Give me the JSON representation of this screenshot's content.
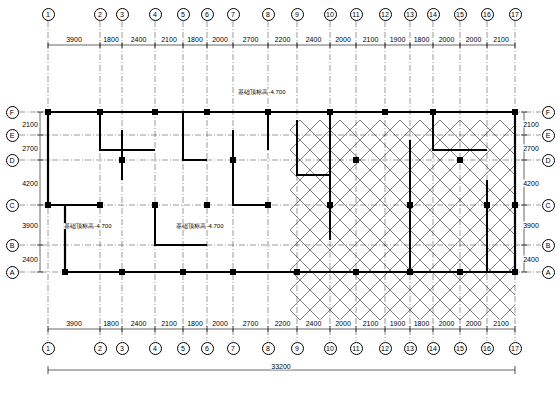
{
  "diagram": {
    "nodes": [
      {
        "text": [
          "1"
        ]
      },
      {
        "text": [
          "2"
        ]
      },
      {
        "text": [
          "3"
        ]
      },
      {
        "text": [
          "4"
        ]
      },
      {
        "text": [
          "5"
        ]
      },
      {
        "text": [
          "6"
        ]
      },
      {
        "text": [
          "7"
        ]
      },
      {
        "text": [
          "8"
        ]
      },
      {
        "text": [
          "9"
        ]
      },
      {
        "text": [
          "10"
        ]
      },
      {
        "text": [
          "11"
        ]
      },
      {
        "text": [
          "12"
        ]
      },
      {
        "text": [
          "13"
        ]
      },
      {
        "text": [
          "14"
        ]
      },
      {
        "text": [
          "15"
        ]
      },
      {
        "text": [
          "16"
        ]
      },
      {
        "text": [
          "17"
        ]
      },
      {
        "text": [
          "F"
        ]
      },
      {
        "text": [
          "E"
        ]
      },
      {
        "text": [
          "D"
        ]
      },
      {
        "text": [
          "C"
        ]
      },
      {
        "text": [
          "B"
        ]
      },
      {
        "text": [
          "A"
        ]
      },
      {
        "text": [
          "F"
        ]
      },
      {
        "text": [
          "E"
        ]
      },
      {
        "text": [
          "D"
        ]
      },
      {
        "text": [
          "C"
        ]
      },
      {
        "text": [
          "B"
        ]
      },
      {
        "text": [
          "A"
        ]
      },
      {
        "text": [
          "1"
        ]
      },
      {
        "text": [
          "2"
        ]
      },
      {
        "text": [
          "3"
        ]
      },
      {
        "text": [
          "4"
        ]
      },
      {
        "text": [
          "5"
        ]
      },
      {
        "text": [
          "6"
        ]
      },
      {
        "text": [
          "7"
        ]
      },
      {
        "text": [
          "8"
        ]
      },
      {
        "text": [
          "9"
        ]
      },
      {
        "text": [
          "10"
        ]
      },
      {
        "text": [
          "11"
        ]
      },
      {
        "text": [
          "12"
        ]
      },
      {
        "text": [
          "13"
        ]
      },
      {
        "text": [
          "14"
        ]
      },
      {
        "text": [
          "15"
        ]
      },
      {
        "text": [
          "16"
        ]
      },
      {
        "text": [
          "17"
        ]
      }
    ],
    "labels": [
      "3900",
      "1800",
      "2400",
      "2100",
      "1800",
      "2000",
      "2700",
      "2200",
      "2400",
      "2000",
      "2100",
      "1900",
      "1800",
      "2000",
      "2000",
      "2100",
      "3900",
      "1800",
      "2400",
      "2100",
      "1800",
      "2000",
      "2700",
      "2200",
      "2400",
      "2000",
      "2100",
      "1900",
      "1800",
      "2000",
      "2000",
      "2100",
      "2100",
      "2700",
      "4200",
      "3900",
      "2400",
      "2100",
      "2700",
      "4200",
      "3900",
      "2400",
      "33200",
      "基础顶标高-4.700",
      "基础顶标高-4.700",
      "基础顶标高-4.700"
    ]
  }
}
